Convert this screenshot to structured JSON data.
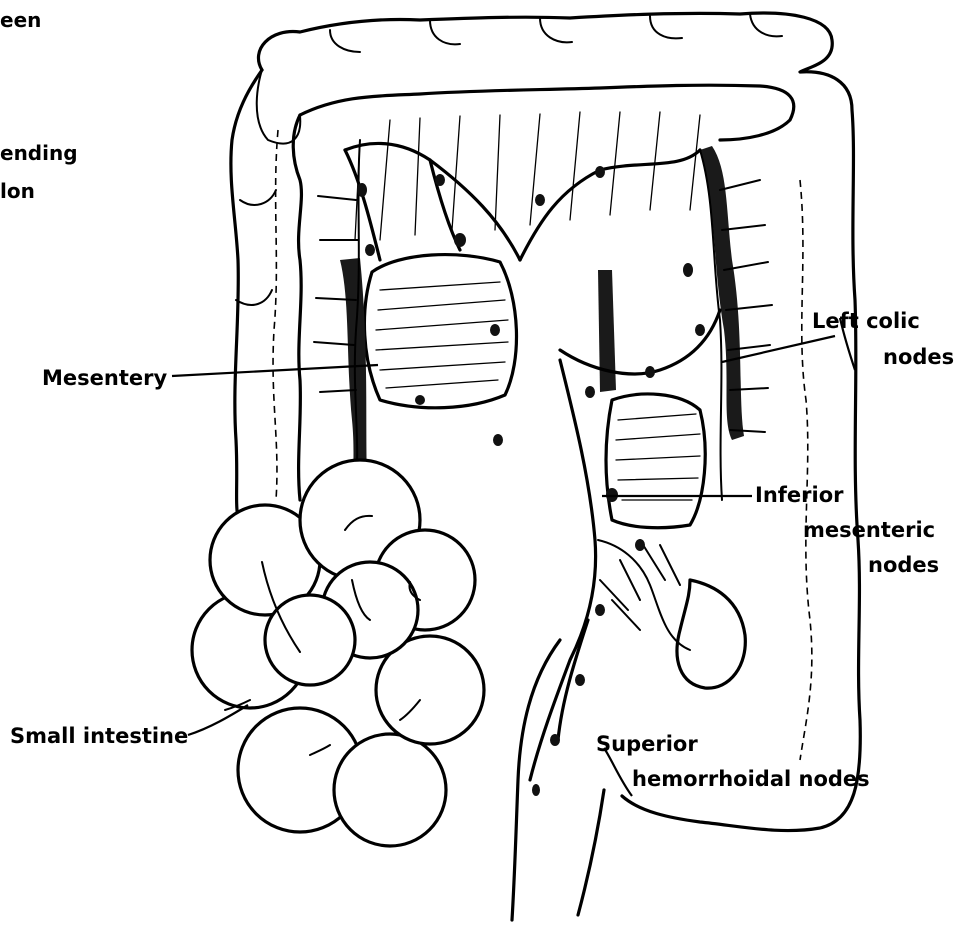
{
  "labels": {
    "spleen_fragment": "een",
    "ascending_colon_line1": "ending",
    "ascending_colon_line2": "lon",
    "mesentery": "Mesentery",
    "left_colic_line1": "Left  colic",
    "left_colic_line2": "nodes",
    "inferior_mesenteric_line1": "Inferior",
    "inferior_mesenteric_line2": "mesenteric",
    "inferior_mesenteric_line3": "nodes",
    "small_intestine": "Small intestine",
    "superior_hemorrhoidal_line1": "Superior",
    "superior_hemorrhoidal_line2": "hemorrhoidal  nodes"
  },
  "colors": {
    "ink": "#000000",
    "paper": "#ffffff"
  }
}
